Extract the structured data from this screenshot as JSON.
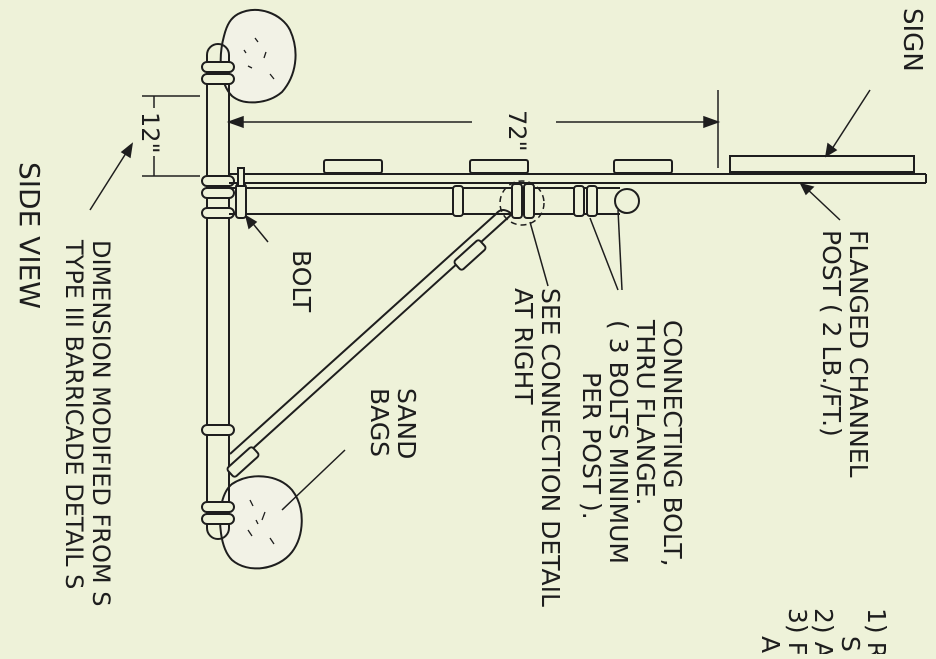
{
  "colors": {
    "background": "#eef2d9",
    "ink": "#1e1e1e",
    "rock_fill": "#f2f2e6"
  },
  "labels": {
    "sign": "SIGN",
    "dim_72": "72\"",
    "dim_12": "12\"",
    "flanged_1": "FLANGED CHANNEL",
    "flanged_2": "POST ( 2 LB./FT.)",
    "connecting_1": "CONNECTING BOLT,",
    "connecting_2": "THRU FLANGE.",
    "connecting_3": "( 3 BOLTS MINIMUM",
    "connecting_4": "PER POST ).",
    "see_1": "SEE CONNECTION DETAIL",
    "see_2": "AT RIGHT",
    "bolt": "BOLT",
    "sand_1": "SAND",
    "sand_2": "BAGS",
    "side_view": "SIDE VIEW",
    "dimension_1": "DIMENSION MODIFIED FROM S",
    "dimension_2": "TYPE III BARRICADE DETAIL S",
    "notes_1": "1) R",
    "notes_1b": "S",
    "notes_2": "2) A",
    "notes_3": "3) F",
    "notes_3b": "A"
  }
}
